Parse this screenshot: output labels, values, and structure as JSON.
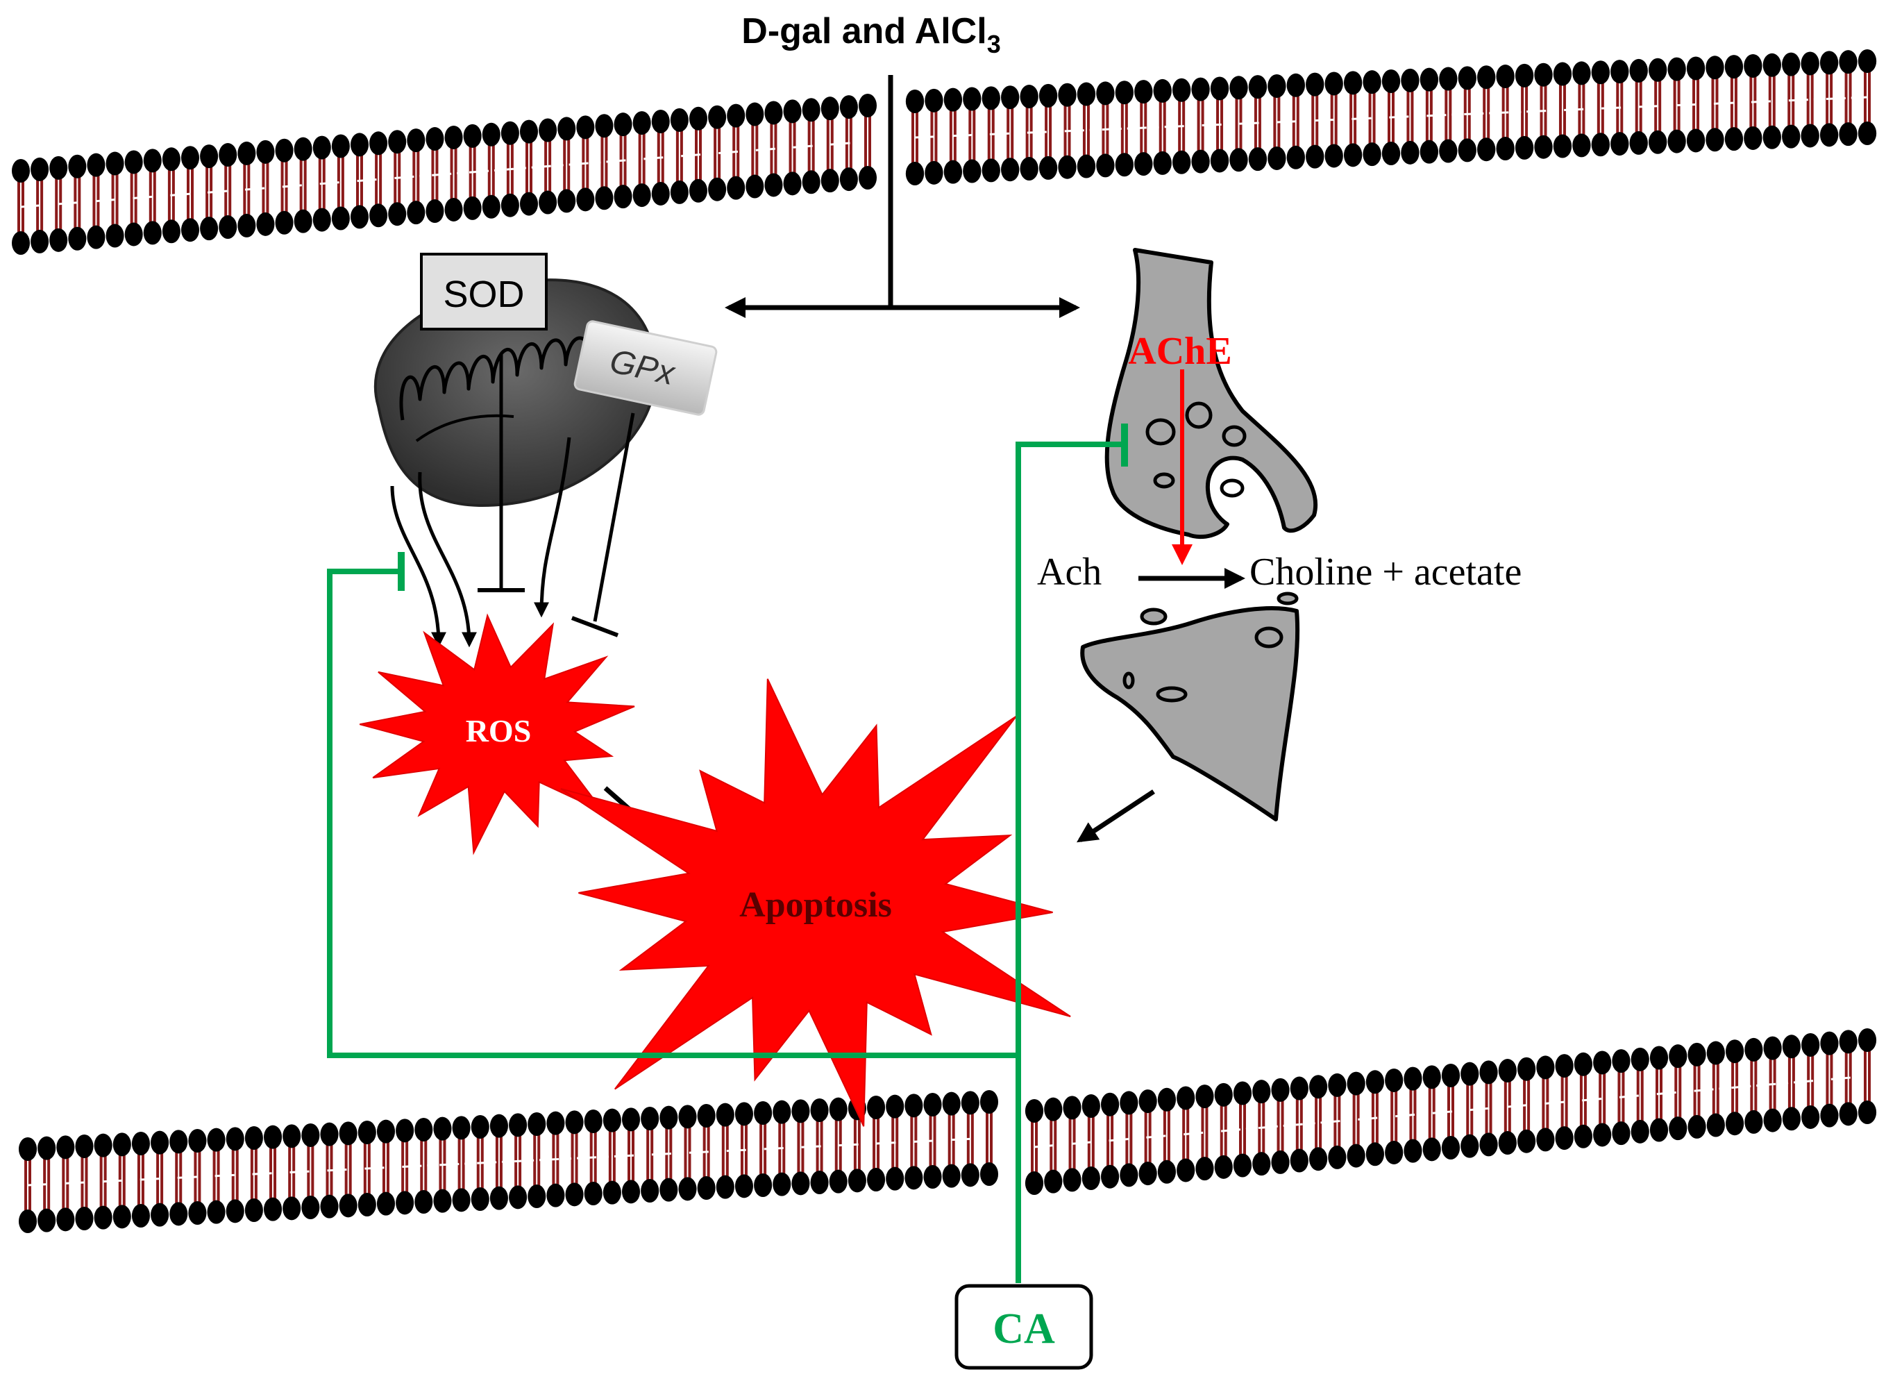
{
  "stimulus": {
    "prefix": "D-gal and AlCl",
    "subscript": "3"
  },
  "enzymes": {
    "sod": "SOD",
    "gpx": "GPx",
    "ache": "AChE"
  },
  "nodes": {
    "ros": "ROS",
    "apoptosis": "Apoptosis",
    "ca": "CA"
  },
  "reaction": {
    "substrate": "Ach",
    "products": "Choline + acetate"
  },
  "colors": {
    "inhibition": "#00a650",
    "activation": "#000000",
    "stress": "#ff0000",
    "membrane": "#8b1a1a",
    "neuron": "#a6a6a6",
    "mitochondrion": "#4d4d4d"
  }
}
